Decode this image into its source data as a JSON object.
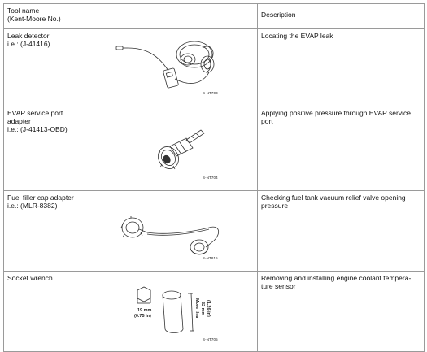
{
  "header": {
    "tool_name_line1": "Tool name",
    "tool_name_line2": "(Kent-Moore No.)",
    "description": "Description"
  },
  "rows": [
    {
      "name_lines": [
        "Leak detector",
        "i.e.: (J-41416)"
      ],
      "description_lines": [
        "Locating the EVAP leak"
      ],
      "image_code": "S-NT703"
    },
    {
      "name_lines": [
        "EVAP service port",
        "adapter",
        "i.e.: (J-41413-OBD)"
      ],
      "description_lines": [
        "Applying positive pressure through EVAP service",
        "port"
      ],
      "image_code": "S-NT704"
    },
    {
      "name_lines": [
        "Fuel filler cap adapter",
        "i.e.: (MLR-8382)"
      ],
      "description_lines": [
        "Checking fuel tank vacuum relief valve opening",
        "pressure"
      ],
      "image_code": "S-NT815"
    },
    {
      "name_lines": [
        "Socket wrench"
      ],
      "description_lines": [
        "Removing and installing engine coolant tempera-",
        "ture sensor"
      ],
      "image_code": "S-NT705",
      "dimensions": {
        "hex_size_line1": "19 mm",
        "hex_size_line2": "(0.75 in)",
        "length_line1": "More than",
        "length_line2": "32 mm",
        "length_line3": "(1.26 in)"
      }
    }
  ]
}
